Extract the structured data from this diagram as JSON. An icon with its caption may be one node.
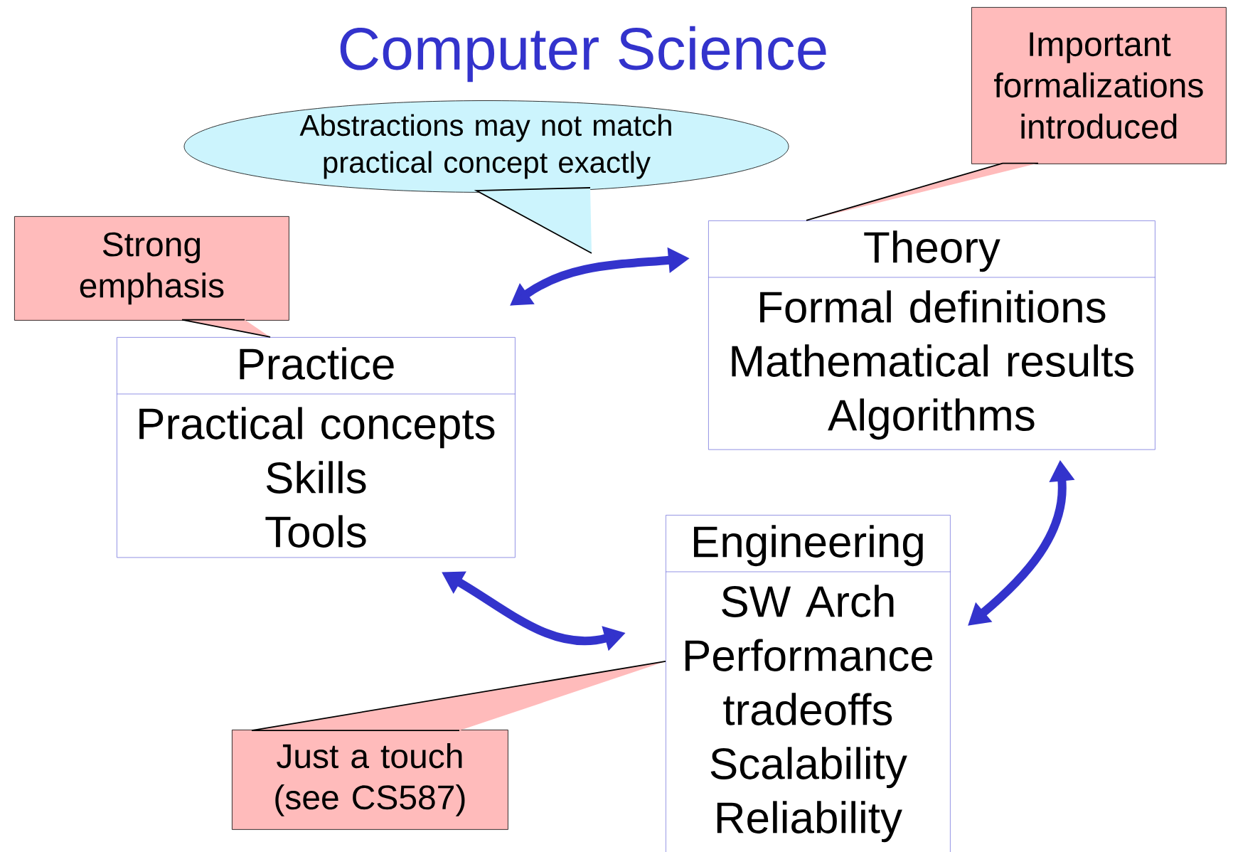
{
  "diagram": {
    "title": "Computer Science",
    "nodes": [
      {
        "text": [
          "Important formalizations introduced"
        ]
      },
      {
        "text": [
          "Abstractions may not match practical concept exactly"
        ]
      },
      {
        "text": [
          "Strong emphasis"
        ]
      },
      {
        "text": [
          "Theory",
          "Formal definitions",
          "Mathematical results",
          "Algorithms"
        ]
      },
      {
        "text": [
          "Practice",
          "Practical concepts",
          "Skills",
          "Tools"
        ]
      },
      {
        "text": [
          "Engineering",
          "SW Arch",
          "Performance tradeoffs",
          "Scalability",
          "Reliability"
        ]
      },
      {
        "text": [
          "Just a touch (see CS587)"
        ]
      }
    ],
    "edges": [
      {
        "from": 4,
        "to": 3,
        "arrow": "both",
        "style": "thick",
        "color": "#3333cc"
      },
      {
        "from": 3,
        "to": 5,
        "arrow": "both",
        "style": "thick",
        "color": "#3333cc"
      },
      {
        "from": 4,
        "to": 5,
        "arrow": "both",
        "style": "thick",
        "color": "#3333cc"
      },
      {
        "from": 0,
        "to": 3,
        "arrow": "none"
      },
      {
        "from": 1,
        "to": null,
        "arrow": "none"
      },
      {
        "from": 2,
        "to": 4,
        "arrow": "none"
      },
      {
        "from": 6,
        "to": 5,
        "arrow": "none"
      }
    ]
  }
}
